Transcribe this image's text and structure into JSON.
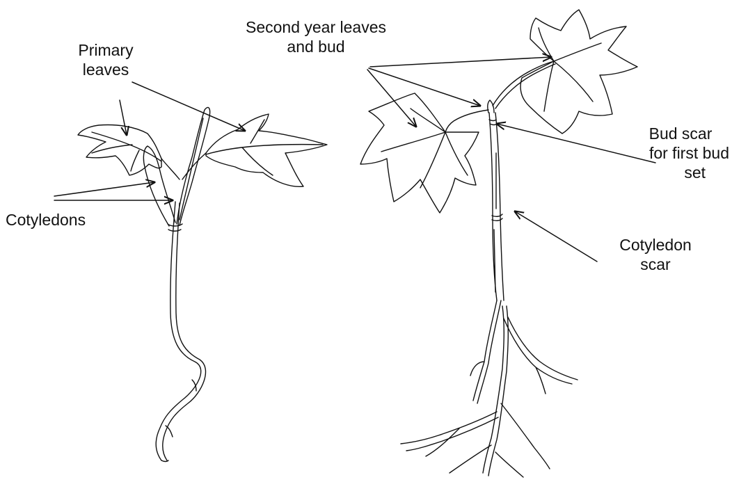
{
  "labels": {
    "primary_leaves": [
      "Primary",
      "leaves"
    ],
    "cotyledons": [
      "Cotyledons"
    ],
    "second_year": [
      "Second year leaves",
      "and bud"
    ],
    "bud_scar": [
      "Bud scar",
      "for first bud",
      "set"
    ],
    "cotyledon_scar": [
      "Cotyledon",
      "scar"
    ]
  },
  "colors": {
    "ink": "#111111",
    "paper": "#ffffff"
  }
}
